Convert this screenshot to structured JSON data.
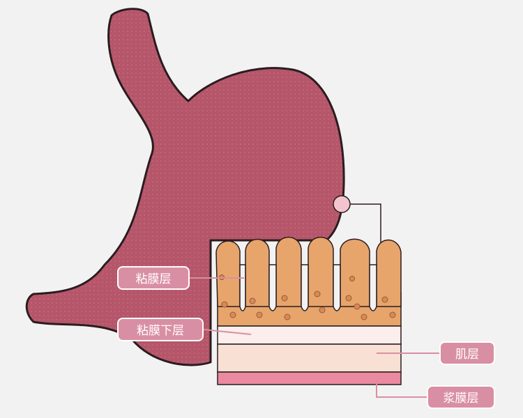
{
  "labels": {
    "mucosa": "粘膜层",
    "submucosa": "粘膜下层",
    "muscularis": "肌层",
    "serosa": "浆膜层"
  },
  "colors": {
    "background": "#f2f2f2",
    "stomach": "#b5566a",
    "stomach_dots": "#c9707f",
    "outline": "#2a1c1f",
    "mucosa": "#e7a56c",
    "mucosa_cells": "#c97a45",
    "submucosa": "#fbeeec",
    "muscularis": "#f8e1d4",
    "serosa": "#e98aa0",
    "label_bg": "#d98fa3",
    "label_text": "#ffffff"
  }
}
